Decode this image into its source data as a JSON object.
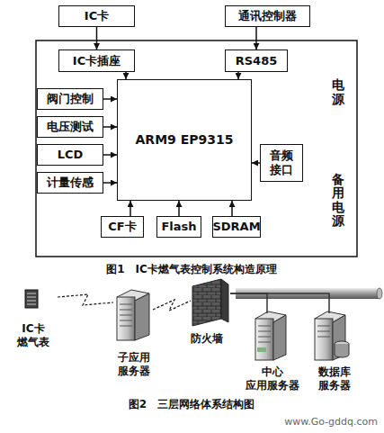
{
  "diagram": {
    "nodes": [
      {
        "text": [
          "IC卡"
        ]
      },
      {
        "text": [
          "通讯控制器"
        ]
      },
      {
        "text": [
          "IC卡插座"
        ]
      },
      {
        "text": [
          "RS485"
        ]
      },
      {
        "text": [
          "阀门控制"
        ]
      },
      {
        "text": [
          "电压测试"
        ]
      },
      {
        "text": [
          "LCD"
        ]
      },
      {
        "text": [
          "计量传感"
        ]
      },
      {
        "text": [
          "ARM9 EP9315"
        ]
      },
      {
        "text": [
          "音频 接口"
        ]
      },
      {
        "text": [
          "CF卡"
        ]
      },
      {
        "text": [
          "Flash"
        ]
      },
      {
        "text": [
          "SDRAM"
        ]
      },
      {
        "text": [
          "电源"
        ]
      },
      {
        "text": [
          "备用电源"
        ]
      },
      {
        "text": [
          "IC卡 燃气表"
        ]
      },
      {
        "text": [
          "子应用 服务器"
        ]
      },
      {
        "text": [
          "防火墙"
        ]
      },
      {
        "text": [
          "中心 应用服务器"
        ]
      },
      {
        "text": [
          "数据库 服务器"
        ]
      }
    ],
    "edges": [
      {
        "from": 0,
        "to": 2,
        "arrow": "to"
      },
      {
        "from": 1,
        "to": 3,
        "arrow": "to"
      },
      {
        "from": 2,
        "to": 8,
        "arrow": "to"
      },
      {
        "from": 3,
        "to": 8,
        "arrow": "to"
      },
      {
        "from": 4,
        "to": 8,
        "arrow": "to"
      },
      {
        "from": 5,
        "to": 8,
        "arrow": "to"
      },
      {
        "from": 6,
        "to": 8,
        "arrow": "to"
      },
      {
        "from": 7,
        "to": 8,
        "arrow": "to"
      },
      {
        "from": 9,
        "to": 8,
        "arrow": "to"
      },
      {
        "from": 10,
        "to": 8,
        "arrow": "to"
      },
      {
        "from": 11,
        "to": 8,
        "arrow": "to"
      },
      {
        "from": 12,
        "to": 8,
        "arrow": "to"
      },
      {
        "from": 15,
        "to": 16,
        "arrow": "none"
      },
      {
        "from": 16,
        "to": 17,
        "arrow": "none"
      },
      {
        "from": 17,
        "to": 18,
        "arrow": "none"
      },
      {
        "from": 17,
        "to": 19,
        "arrow": "none"
      }
    ],
    "labels": [
      "图1　IC卡燃气表控制系统构造原理",
      "图2　三层网络体系结构图",
      "www.Go-gddq.com"
    ]
  }
}
